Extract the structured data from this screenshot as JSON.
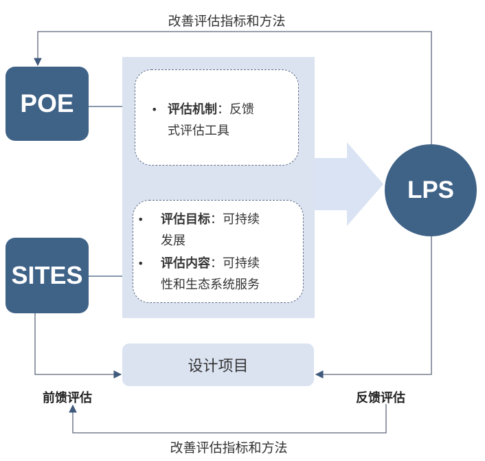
{
  "top_arrow_label": "改善评估指标和方法",
  "bottom_arrow_label": "改善评估指标和方法",
  "poe": {
    "label": "POE"
  },
  "sites": {
    "label": "SITES"
  },
  "lps": {
    "label": "LPS"
  },
  "mechanism_box": {
    "bullet": "•",
    "title": "评估机制",
    "colon": "：",
    "line1_rest": "反馈",
    "line2": "式评估工具"
  },
  "goals_box": {
    "item1": {
      "bullet": "•",
      "title": "评估目标",
      "colon": "：",
      "line1_rest": "可持续",
      "line2": "发展"
    },
    "item2": {
      "bullet": "•",
      "title": "评估内容",
      "colon": "：",
      "line1_rest": "可持续",
      "line2": "性和生态系统服务"
    }
  },
  "design_project": {
    "label": "设计项目"
  },
  "feedforward_label": "前馈评估",
  "feedback_label": "反馈评估",
  "colors": {
    "dark_blue": "#3f6287",
    "panel_blue": "#dbe3f1",
    "big_arrow": "#d9e3f3",
    "line": "#4a5568"
  }
}
